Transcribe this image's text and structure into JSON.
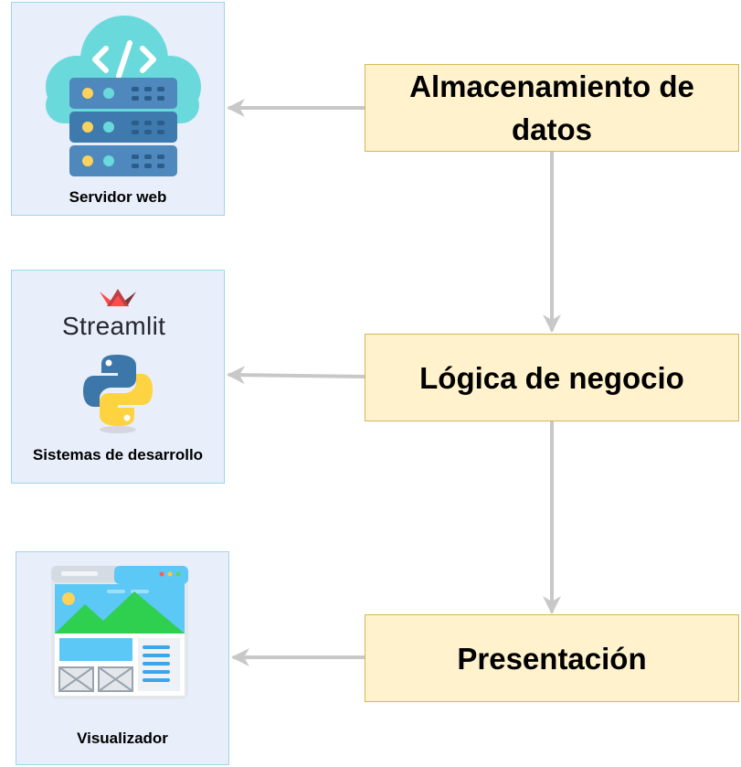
{
  "panels": {
    "servidor": {
      "label": "Servidor web",
      "icon": "cloud-server-icon"
    },
    "sistemas": {
      "label": "Sistemas de desarrollo",
      "brand": "Streamlit",
      "icons": [
        "streamlit-crown-icon",
        "python-logo-icon"
      ]
    },
    "visualizador": {
      "label": "Visualizador",
      "icon": "browser-window-icon"
    }
  },
  "layers": {
    "almacenamiento": "Almacenamiento de datos",
    "logica": "Lógica de negocio",
    "presentacion": "Presentación"
  },
  "colors": {
    "panel_fill": "#e8eefa",
    "panel_border": "#9fd4ee",
    "layer_fill": "#fff2cc",
    "layer_border": "#d6b656",
    "arrow": "#c8c8c8"
  }
}
